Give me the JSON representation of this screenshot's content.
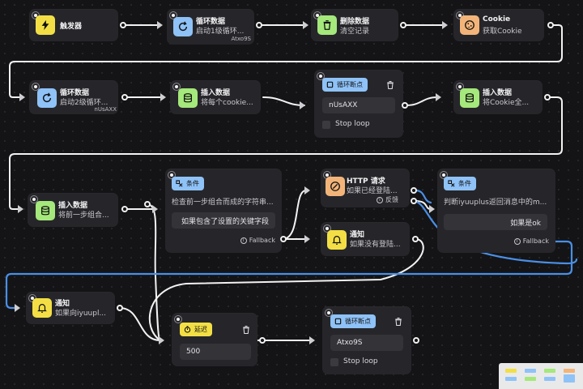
{
  "colors": {
    "yellow": "#f3df45",
    "blue": "#8fc2f7",
    "green": "#a5e87b",
    "orange": "#f3b47a",
    "wire_white": "#f2f2f2",
    "wire_blue": "#4a8fe6"
  },
  "nodes": {
    "trigger": {
      "title": "触发器",
      "icon": "lightning-icon"
    },
    "loop1": {
      "title": "循环数据",
      "subtitle": "启动1级循环...",
      "tag": "Atxo9S",
      "icon": "refresh-icon"
    },
    "delete": {
      "title": "删除数据",
      "subtitle": "清空记录",
      "icon": "trash-icon"
    },
    "cookie": {
      "title": "Cookie",
      "subtitle": "获取Cookie",
      "icon": "cookie-icon"
    },
    "loop2": {
      "title": "循环数据",
      "subtitle": "启动2级循环...",
      "tag": "nUsAXX",
      "icon": "refresh-icon"
    },
    "insert1": {
      "title": "插入数据",
      "subtitle": "将每个cookie...",
      "icon": "database-icon"
    },
    "breakpoint1": {
      "chip": "循环断点",
      "value": "nUsAXX",
      "checkbox": "Stop loop",
      "icon": "square-icon"
    },
    "insert2": {
      "title": "插入数据",
      "subtitle": "将Cookie全...",
      "icon": "database-icon"
    },
    "insert3": {
      "title": "插入数据",
      "subtitle": "将前一步组合...",
      "icon": "database-icon"
    },
    "condition1": {
      "chip": "条件",
      "subtitle": "检查前一步组合而成的字符串...",
      "field": "如果包含了设置的关键字段",
      "fallback": "Fallback",
      "icon": "condition-icon"
    },
    "http": {
      "title": "HTTP 请求",
      "subtitle": "如果已经登陆...",
      "feedback": "反馈",
      "icon": "globe-icon"
    },
    "notify1": {
      "title": "通知",
      "subtitle": "如果没有登陆...",
      "icon": "bell-icon"
    },
    "condition2": {
      "chip": "条件",
      "subtitle": "判断iyuuplus返回消息中的m...",
      "field": "如果是ok",
      "fallback": "Fallback",
      "icon": "condition-icon"
    },
    "notify2": {
      "title": "通知",
      "subtitle": "如果向iyuupl...",
      "icon": "bell-icon"
    },
    "delay": {
      "chip": "延迟",
      "value": "500",
      "icon": "timer-icon"
    },
    "breakpoint2": {
      "chip": "循环断点",
      "value": "Atxo9S",
      "checkbox": "Stop loop",
      "icon": "square-icon"
    }
  }
}
